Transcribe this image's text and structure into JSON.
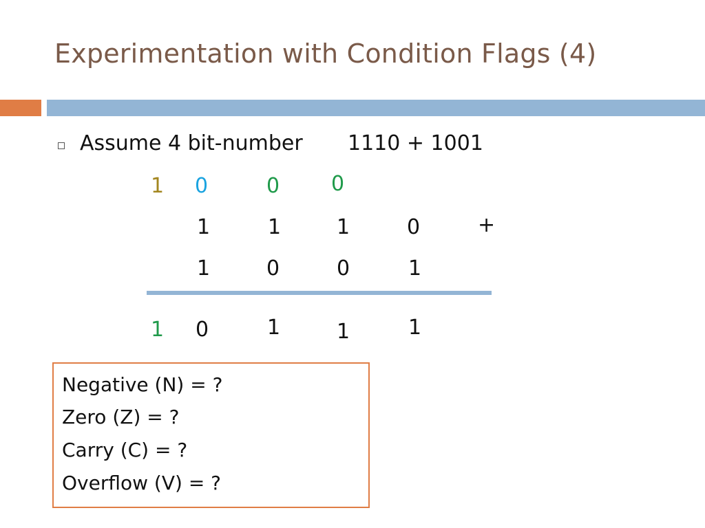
{
  "slide": {
    "title": "Experimentation with Condition Flags (4)"
  },
  "bullet": {
    "text": "Assume 4 bit-number",
    "expression": "1110 + 1001"
  },
  "addition": {
    "carry_row": [
      "1",
      "0",
      "0",
      "0"
    ],
    "operand_a": [
      "1",
      "1",
      "1",
      "0"
    ],
    "plus_sign": "+",
    "operand_b": [
      "1",
      "0",
      "0",
      "1"
    ],
    "result_row": [
      "1",
      "0",
      "1",
      "1",
      "1"
    ]
  },
  "flags": {
    "negative": "Negative (N) = ?",
    "zero": "Zero (Z) = ?",
    "carry": "Carry (C) = ?",
    "overflow": "Overflow (V) = ?"
  },
  "colors": {
    "title": "#7a5a49",
    "accent_orange": "#e07d45",
    "band_blue": "#93b5d5",
    "carry_olive": "#a3861f",
    "carry_blue": "#1aa3e0",
    "carry_green": "#1f9a4a"
  }
}
